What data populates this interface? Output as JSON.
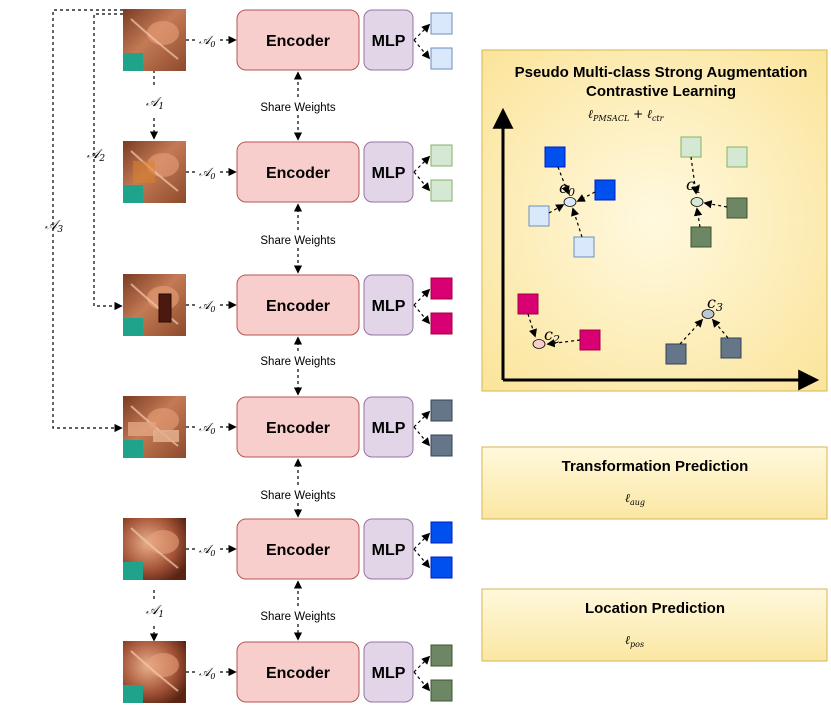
{
  "colors": {
    "encoder_fill": "#f8cecc",
    "encoder_stroke": "#b85450",
    "mlp_fill": "#e1d5e7",
    "mlp_stroke": "#9673a6",
    "light_blue": "#dae8fc",
    "light_green": "#d5e8d4",
    "magenta": "#d80073",
    "slate": "#647687",
    "blue": "#0050ef",
    "dark_green": "#6d8764",
    "panel_fill": "#fff2cc",
    "panel_stroke": "#d6b656"
  },
  "branches": [
    {
      "encoder_label": "Encoder",
      "mlp_label": "MLP",
      "aug_label": "𝒜",
      "aug_sub": "0",
      "square_color": "light_blue"
    },
    {
      "encoder_label": "Encoder",
      "mlp_label": "MLP",
      "aug_label": "𝒜",
      "aug_sub": "0",
      "square_color": "light_green"
    },
    {
      "encoder_label": "Encoder",
      "mlp_label": "MLP",
      "aug_label": "𝒜",
      "aug_sub": "0",
      "square_color": "magenta"
    },
    {
      "encoder_label": "Encoder",
      "mlp_label": "MLP",
      "aug_label": "𝒜",
      "aug_sub": "0",
      "square_color": "slate"
    },
    {
      "encoder_label": "Encoder",
      "mlp_label": "MLP",
      "aug_label": "𝒜",
      "aug_sub": "0",
      "square_color": "blue"
    },
    {
      "encoder_label": "Encoder",
      "mlp_label": "MLP",
      "aug_label": "𝒜",
      "aug_sub": "0",
      "square_color": "dark_green"
    }
  ],
  "share_weights": [
    "Share Weights",
    "Share Weights",
    "Share Weights",
    "Share Weights",
    "Share Weights"
  ],
  "left_augs": [
    {
      "label": "𝒜",
      "sub": "1"
    },
    {
      "label": "𝒜",
      "sub": "2"
    },
    {
      "label": "𝒜",
      "sub": "3"
    },
    {
      "label": "𝒜",
      "sub": "1"
    }
  ],
  "panels": {
    "pmsacl": {
      "title_line1": "Pseudo Multi-class Strong Augmentation",
      "title_line2": "Contrastive Learning",
      "loss": "ℓ",
      "loss_sub1": "PMSACL",
      "loss_plus": " + ℓ",
      "loss_sub2": "ctr",
      "centroids": [
        {
          "label": "c",
          "sub": "0"
        },
        {
          "label": "c",
          "sub": "1"
        },
        {
          "label": "c",
          "sub": "2"
        },
        {
          "label": "c",
          "sub": "3"
        }
      ]
    },
    "transformation": {
      "title": "Transformation Prediction",
      "loss": "ℓ",
      "loss_sub": "aug"
    },
    "location": {
      "title": "Location Prediction",
      "loss": "ℓ",
      "loss_sub": "pos"
    }
  }
}
